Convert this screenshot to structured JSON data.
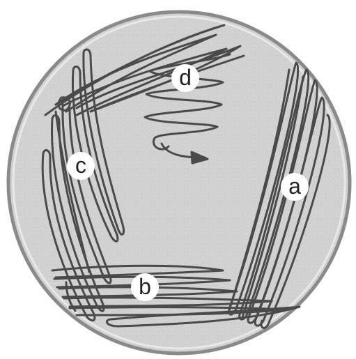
{
  "labels": {
    "a": "a",
    "b": "b",
    "c": "c",
    "d": "d"
  },
  "colors": {
    "plate_fill": "#cfcfcf",
    "plate_rim": "#8a8a8a",
    "streak": "#4a4a4a",
    "label_bubble": "#ffffff"
  }
}
